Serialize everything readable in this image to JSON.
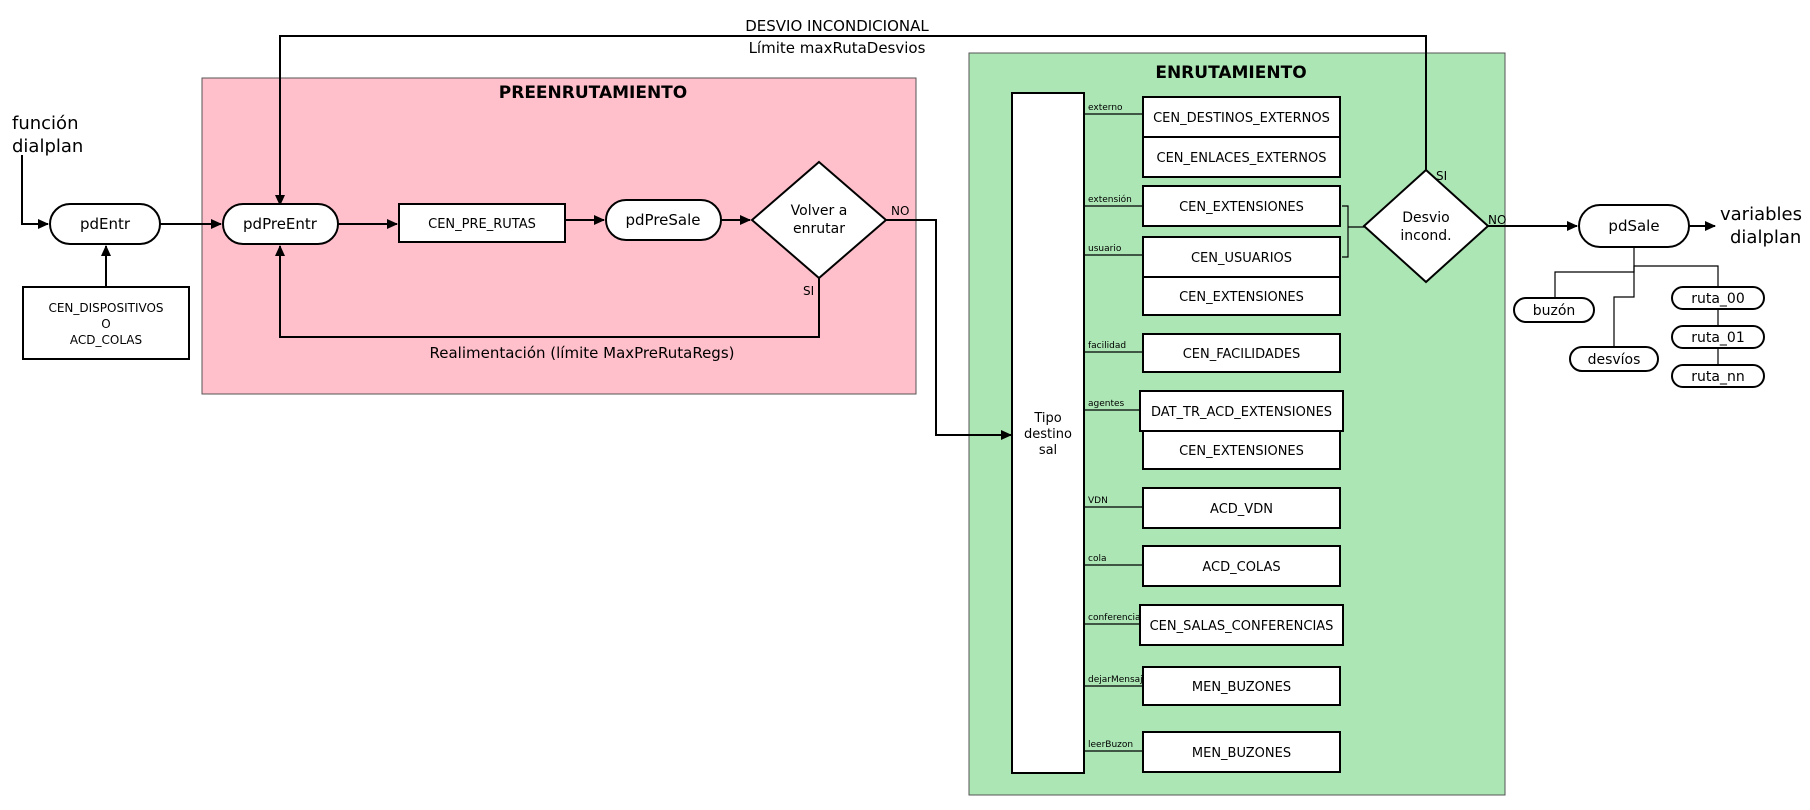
{
  "colors": {
    "preenrutamiento_bg": "#ffc0cb",
    "enrutamiento_bg": "#ace6b4",
    "stroke": "#000000",
    "node_fill": "#ffffff"
  },
  "labels": {
    "funcion_dialplan": [
      "función",
      "dialplan"
    ],
    "variables_dialplan": [
      "variables",
      "dialplan"
    ],
    "desvio_incondicional": "DESVIO INCONDICIONAL",
    "limite_max_ruta_desvios": "Límite maxRutaDesvios",
    "realimentacion": "Realimentación (límite MaxPreRutaRegs)",
    "no_1": "NO",
    "si_1": "SI",
    "no_2": "NO",
    "si_2": "SI"
  },
  "regions": {
    "preenrutamiento": "PREENRUTAMIENTO",
    "enrutamiento": "ENRUTAMIENTO"
  },
  "nodes": {
    "pd_entr": "pdEntr",
    "cen_dispositivos": [
      "CEN_DISPOSITIVOS",
      "O",
      "ACD_COLAS"
    ],
    "pd_pre_entr": "pdPreEntr",
    "cen_pre_rutas": "CEN_PRE_RUTAS",
    "pd_pre_sale": "pdPreSale",
    "volver_a_enrutar": [
      "Volver a",
      "enrutar"
    ],
    "tipo_destino": [
      "Tipo",
      "destino",
      "sal"
    ],
    "desvio_incond": [
      "Desvio",
      "incond."
    ],
    "pd_sale": "pdSale",
    "buzon": "buzón",
    "desvios": "desvíos",
    "ruta_00": "ruta_00",
    "ruta_01": "ruta_01",
    "ruta_nn": "ruta_nn"
  },
  "branches": [
    {
      "label": "externo",
      "tables": [
        "CEN_DESTINOS_EXTERNOS",
        "CEN_ENLACES_EXTERNOS"
      ]
    },
    {
      "label": "extensión",
      "tables": [
        "CEN_EXTENSIONES"
      ]
    },
    {
      "label": "usuario",
      "tables": [
        "CEN_USUARIOS",
        "CEN_EXTENSIONES"
      ]
    },
    {
      "label": "facilidad",
      "tables": [
        "CEN_FACILIDADES"
      ]
    },
    {
      "label": "agentes",
      "tables": [
        "DAT_TR_ACD_EXTENSIONES",
        "CEN_EXTENSIONES"
      ]
    },
    {
      "label": "VDN",
      "tables": [
        "ACD_VDN"
      ]
    },
    {
      "label": "cola",
      "tables": [
        "ACD_COLAS"
      ]
    },
    {
      "label": "conferencias",
      "tables": [
        "CEN_SALAS_CONFERENCIAS"
      ]
    },
    {
      "label": "dejarMensaje",
      "tables": [
        "MEN_BUZONES"
      ]
    },
    {
      "label": "leerBuzon",
      "tables": [
        "MEN_BUZONES"
      ]
    }
  ]
}
